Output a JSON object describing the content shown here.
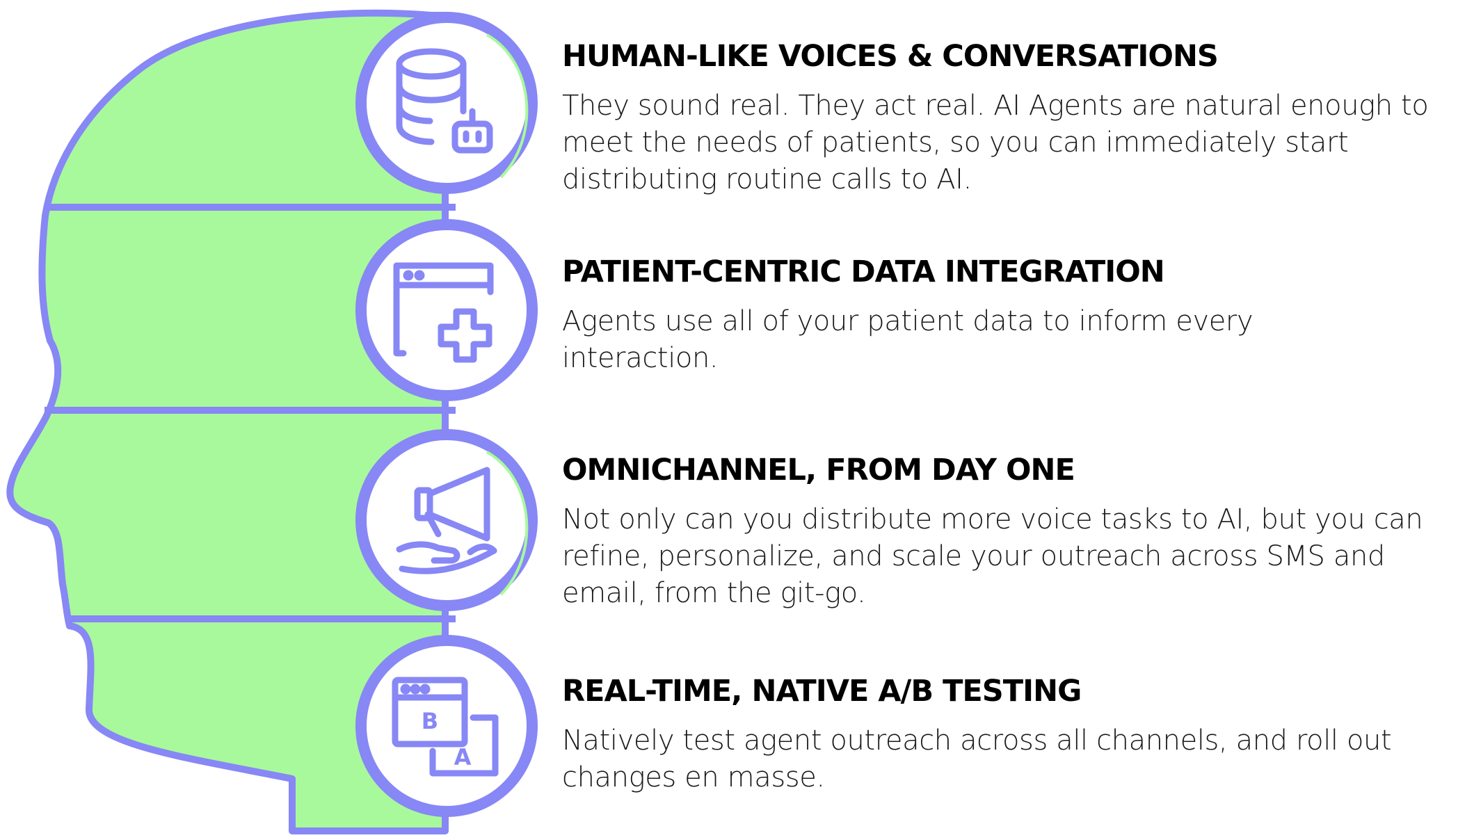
{
  "colors": {
    "outline": "#8787f5",
    "fill": "#a8f99c",
    "circle_fill": "#ffffff",
    "title_text": "#000000",
    "body_text": "#1a1a1a"
  },
  "features": [
    {
      "icon": "database-robot-icon",
      "title": "HUMAN-LIKE VOICES & CONVERSATIONS",
      "description": "They sound real. They act real. AI Agents are natural enough to meet the needs of patients, so you can immediately start distributing routine calls to AI."
    },
    {
      "icon": "browser-medical-cross-icon",
      "title": "PATIENT-CENTRIC DATA INTEGRATION",
      "description": "Agents use all of your patient data to inform every interaction."
    },
    {
      "icon": "megaphone-hand-icon",
      "title": "OMNICHANNEL, FROM DAY ONE",
      "description": "Not only can you distribute more voice tasks to AI, but you can refine, personalize, and scale your outreach across SMS and email, from the git-go."
    },
    {
      "icon": "ab-testing-windows-icon",
      "title": "REAL-TIME, NATIVE A/B TESTING",
      "description": "Natively test agent outreach across all channels, and roll out changes en masse."
    }
  ],
  "icon_letters": {
    "b": "B",
    "a": "A"
  }
}
